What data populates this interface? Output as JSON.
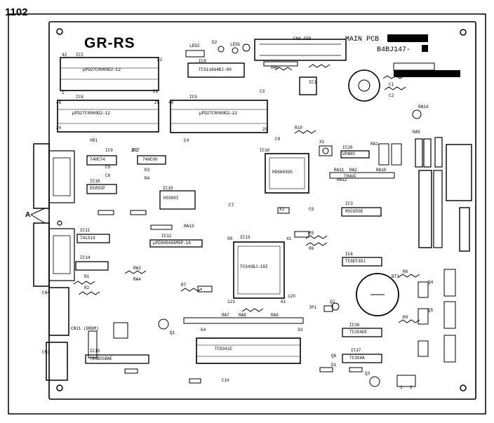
{
  "page_number": "1102",
  "board": {
    "title": "GR-RS",
    "name": "MAIN PCB",
    "part_number": "B4BJ147-"
  },
  "callout_letter": "A",
  "ic_labels": [
    "µPD27C8000D2-12",
    "µPD27C8000D2-12",
    "µPD27C8000D2-12",
    "TC511664BJ-80",
    "74HC00",
    "HD6843OS",
    "µPD3HS46SMSP-16",
    "TC54SBJ-18I",
    "UPAHS",
    "MSCG5SE",
    "74LS14",
    "74HC74",
    "TC6EF3DJ",
    "TEGBSSBAF",
    "TC3S4DF",
    "TC8341F",
    "TC3S4A",
    "DS8SSP",
    "HSS8XI",
    "TH4UF"
  ],
  "connector_labels": [
    "CN9 FDD",
    "CN11 (DRUM)",
    "CN4",
    "CN3"
  ],
  "ref_labels": [
    "IC2",
    "IC6",
    "IC5",
    "IC9",
    "IC14",
    "IC8",
    "IC7",
    "IC10",
    "IC12",
    "IC13",
    "IC3",
    "IC11",
    "IC1",
    "IC4",
    "IC15",
    "IC16",
    "IC17",
    "IC18",
    "IC19",
    "IC20",
    "X1",
    "X2",
    "BT1",
    "JP1",
    "JP2",
    "RA1",
    "RA2",
    "RA3",
    "RA4",
    "RA5",
    "RA6",
    "RA7",
    "RA8",
    "RA9",
    "RA10",
    "RA11",
    "RA12",
    "RA13",
    "RA14",
    "Q1",
    "Q2",
    "Q3",
    "Q4",
    "Q5",
    "Q6",
    "D1",
    "D2",
    "LED1",
    "LED2",
    "VR1",
    "C1",
    "C2",
    "C3",
    "C4",
    "C5",
    "C6",
    "C7",
    "C8",
    "C9",
    "C10",
    "R1",
    "R2",
    "R3",
    "R4",
    "R5",
    "R6",
    "R7",
    "R8",
    "R9",
    "R10"
  ],
  "pin_numbers": [
    "42",
    "22",
    "1",
    "21",
    "48",
    "25",
    "24",
    "40",
    "20",
    "80",
    "41",
    "121",
    "61",
    "120",
    "33",
    "64",
    "1",
    "2"
  ]
}
